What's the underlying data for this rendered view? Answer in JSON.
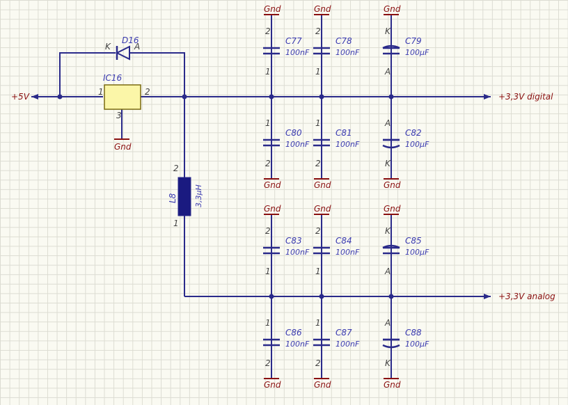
{
  "nets": {
    "input": "+5V",
    "digital": "+3,3V digital",
    "analog": "+3,3V analog",
    "ground": "Gnd"
  },
  "ic": {
    "ref": "IC16",
    "pins": [
      "1",
      "2",
      "3"
    ]
  },
  "diode": {
    "ref": "D16",
    "cathode": "K",
    "anode": "A"
  },
  "inductor": {
    "ref": "L8",
    "value": "3,3µH",
    "pins": [
      "1",
      "2"
    ]
  },
  "capacitors": [
    {
      "ref": "C77",
      "value": "100nF",
      "top_pin": "2",
      "bottom_pin": "1",
      "polar": false
    },
    {
      "ref": "C78",
      "value": "100nF",
      "top_pin": "2",
      "bottom_pin": "1",
      "polar": false
    },
    {
      "ref": "C79",
      "value": "100µF",
      "top_pin": "K",
      "bottom_pin": "A",
      "polar": true
    },
    {
      "ref": "C80",
      "value": "100nF",
      "top_pin": "1",
      "bottom_pin": "2",
      "polar": false
    },
    {
      "ref": "C81",
      "value": "100nF",
      "top_pin": "1",
      "bottom_pin": "2",
      "polar": false
    },
    {
      "ref": "C82",
      "value": "100µF",
      "top_pin": "A",
      "bottom_pin": "K",
      "polar": true
    },
    {
      "ref": "C83",
      "value": "100nF",
      "top_pin": "2",
      "bottom_pin": "1",
      "polar": false
    },
    {
      "ref": "C84",
      "value": "100nF",
      "top_pin": "2",
      "bottom_pin": "1",
      "polar": false
    },
    {
      "ref": "C85",
      "value": "100µF",
      "top_pin": "K",
      "bottom_pin": "A",
      "polar": true
    },
    {
      "ref": "C86",
      "value": "100nF",
      "top_pin": "1",
      "bottom_pin": "2",
      "polar": false
    },
    {
      "ref": "C87",
      "value": "100nF",
      "top_pin": "1",
      "bottom_pin": "2",
      "polar": false
    },
    {
      "ref": "C88",
      "value": "100µF",
      "top_pin": "A",
      "bottom_pin": "K",
      "polar": true
    }
  ]
}
